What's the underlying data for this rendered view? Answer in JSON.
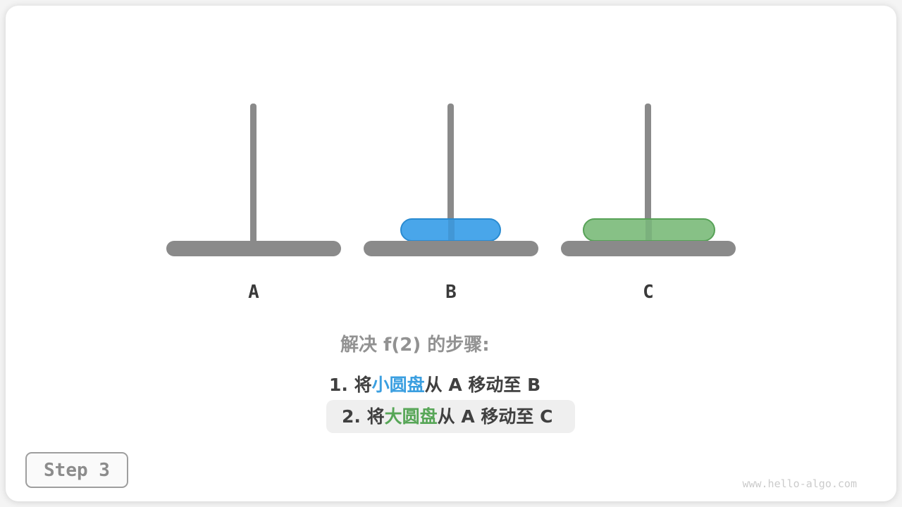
{
  "page": {
    "step_badge": "Step 3",
    "watermark": "www.hello-algo.com"
  },
  "colors": {
    "peg_gray": "#8a8a8a",
    "small_disk_fill": "#49a6ea",
    "small_disk_border": "#2a8bd1",
    "large_disk_fill": "#87c186",
    "large_disk_border": "#57a257",
    "small_disk_text": "#3b9fe0",
    "large_disk_text": "#57a657",
    "title_gray": "#929292",
    "step_text": "#404040",
    "highlight_bg": "#efefef"
  },
  "hanoi": {
    "pegs": [
      {
        "label": "A",
        "disks": []
      },
      {
        "label": "B",
        "disks": [
          "small"
        ]
      },
      {
        "label": "C",
        "disks": [
          "large"
        ]
      }
    ],
    "disks": {
      "small": {
        "name": "小圆盘",
        "peg": "B"
      },
      "large": {
        "name": "大圆盘",
        "peg": "C"
      }
    }
  },
  "solution": {
    "title": "解决 f(2) 的步骤:",
    "steps": [
      {
        "pre": "1. 将",
        "disk": "小圆盘",
        "post": "从 A 移动至 B",
        "highlighted": false
      },
      {
        "pre": "2. 将",
        "disk": "大圆盘",
        "post": "从 A 移动至 C",
        "highlighted": true
      }
    ]
  }
}
